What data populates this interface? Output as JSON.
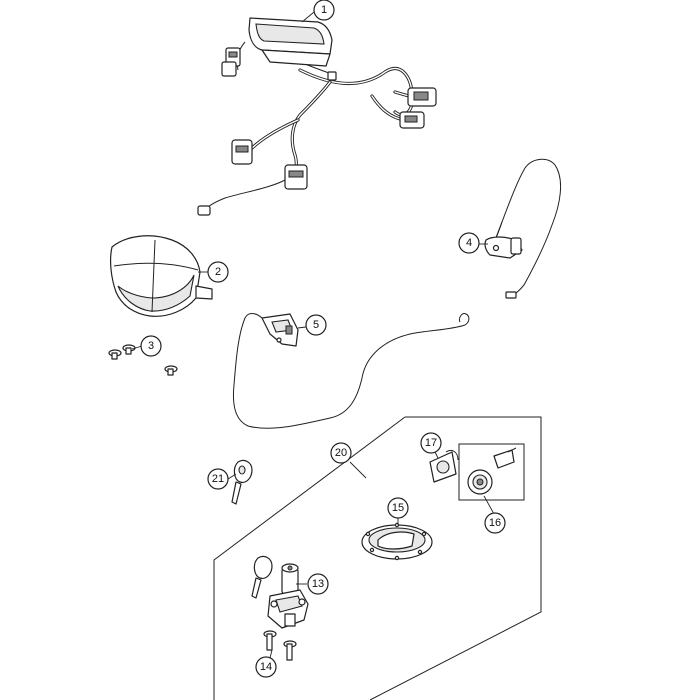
{
  "callouts": {
    "c1": "1",
    "c2": "2",
    "c3": "3",
    "c4": "4",
    "c5": "5",
    "c13": "13",
    "c14": "14",
    "c15": "15",
    "c16": "16",
    "c17": "17",
    "c20": "20",
    "c21": "21"
  }
}
